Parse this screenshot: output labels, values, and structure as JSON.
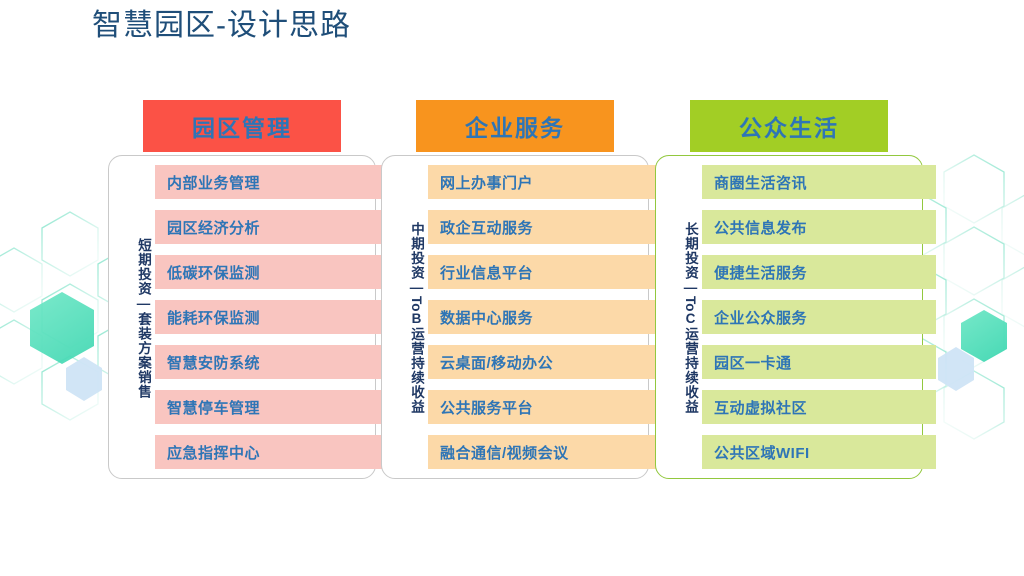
{
  "title": "智慧园区-设计思路",
  "theme": {
    "title_color": "#1F4E79",
    "pill_text_color": "#2E75B6",
    "side_label_color": "#1F3864",
    "card_border_gray": "#C9C9C9",
    "card_border_green": "#92C83E",
    "hex_teal": "#5FE0BE",
    "hex_blue": "#CFE4F5",
    "hex_outline": "#7FE3C8"
  },
  "columns": [
    {
      "header": "园区管理",
      "header_bg": "#FB5246",
      "pill_bg": "#F9C5C0",
      "border_color": "#C9C9C9",
      "side_label_top": "短期投资",
      "side_label_dash": "—",
      "side_label_bottom": "套装方案销售",
      "items": [
        "内部业务管理",
        "园区经济分析",
        "低碳环保监测",
        "能耗环保监测",
        "智慧安防系统",
        "智慧停车管理",
        "应急指挥中心"
      ]
    },
    {
      "header": "企业服务",
      "header_bg": "#F8941E",
      "pill_bg": "#FCD9A8",
      "border_color": "#C9C9C9",
      "side_label_top": "中期投资",
      "side_label_dash": "—",
      "side_label_latin": "To",
      "side_label_bottom": "B运营持续收益",
      "items": [
        "网上办事门户",
        "政企互动服务",
        "行业信息平台",
        "数据中心服务",
        "云桌面/移动办公",
        "公共服务平台",
        "融合通信/视频会议"
      ]
    },
    {
      "header": "公众生活",
      "header_bg": "#A2CE25",
      "pill_bg": "#D9E89B",
      "border_color": "#92C83E",
      "side_label_top": "长期投资",
      "side_label_dash": "—",
      "side_label_latin": "To",
      "side_label_bottom": "C运营持续收益",
      "items": [
        "商圈生活咨讯",
        "公共信息发布",
        "便捷生活服务",
        "企业公众服务",
        "园区一卡通",
        "互动虚拟社区",
        "公共区域WIFI"
      ]
    }
  ]
}
